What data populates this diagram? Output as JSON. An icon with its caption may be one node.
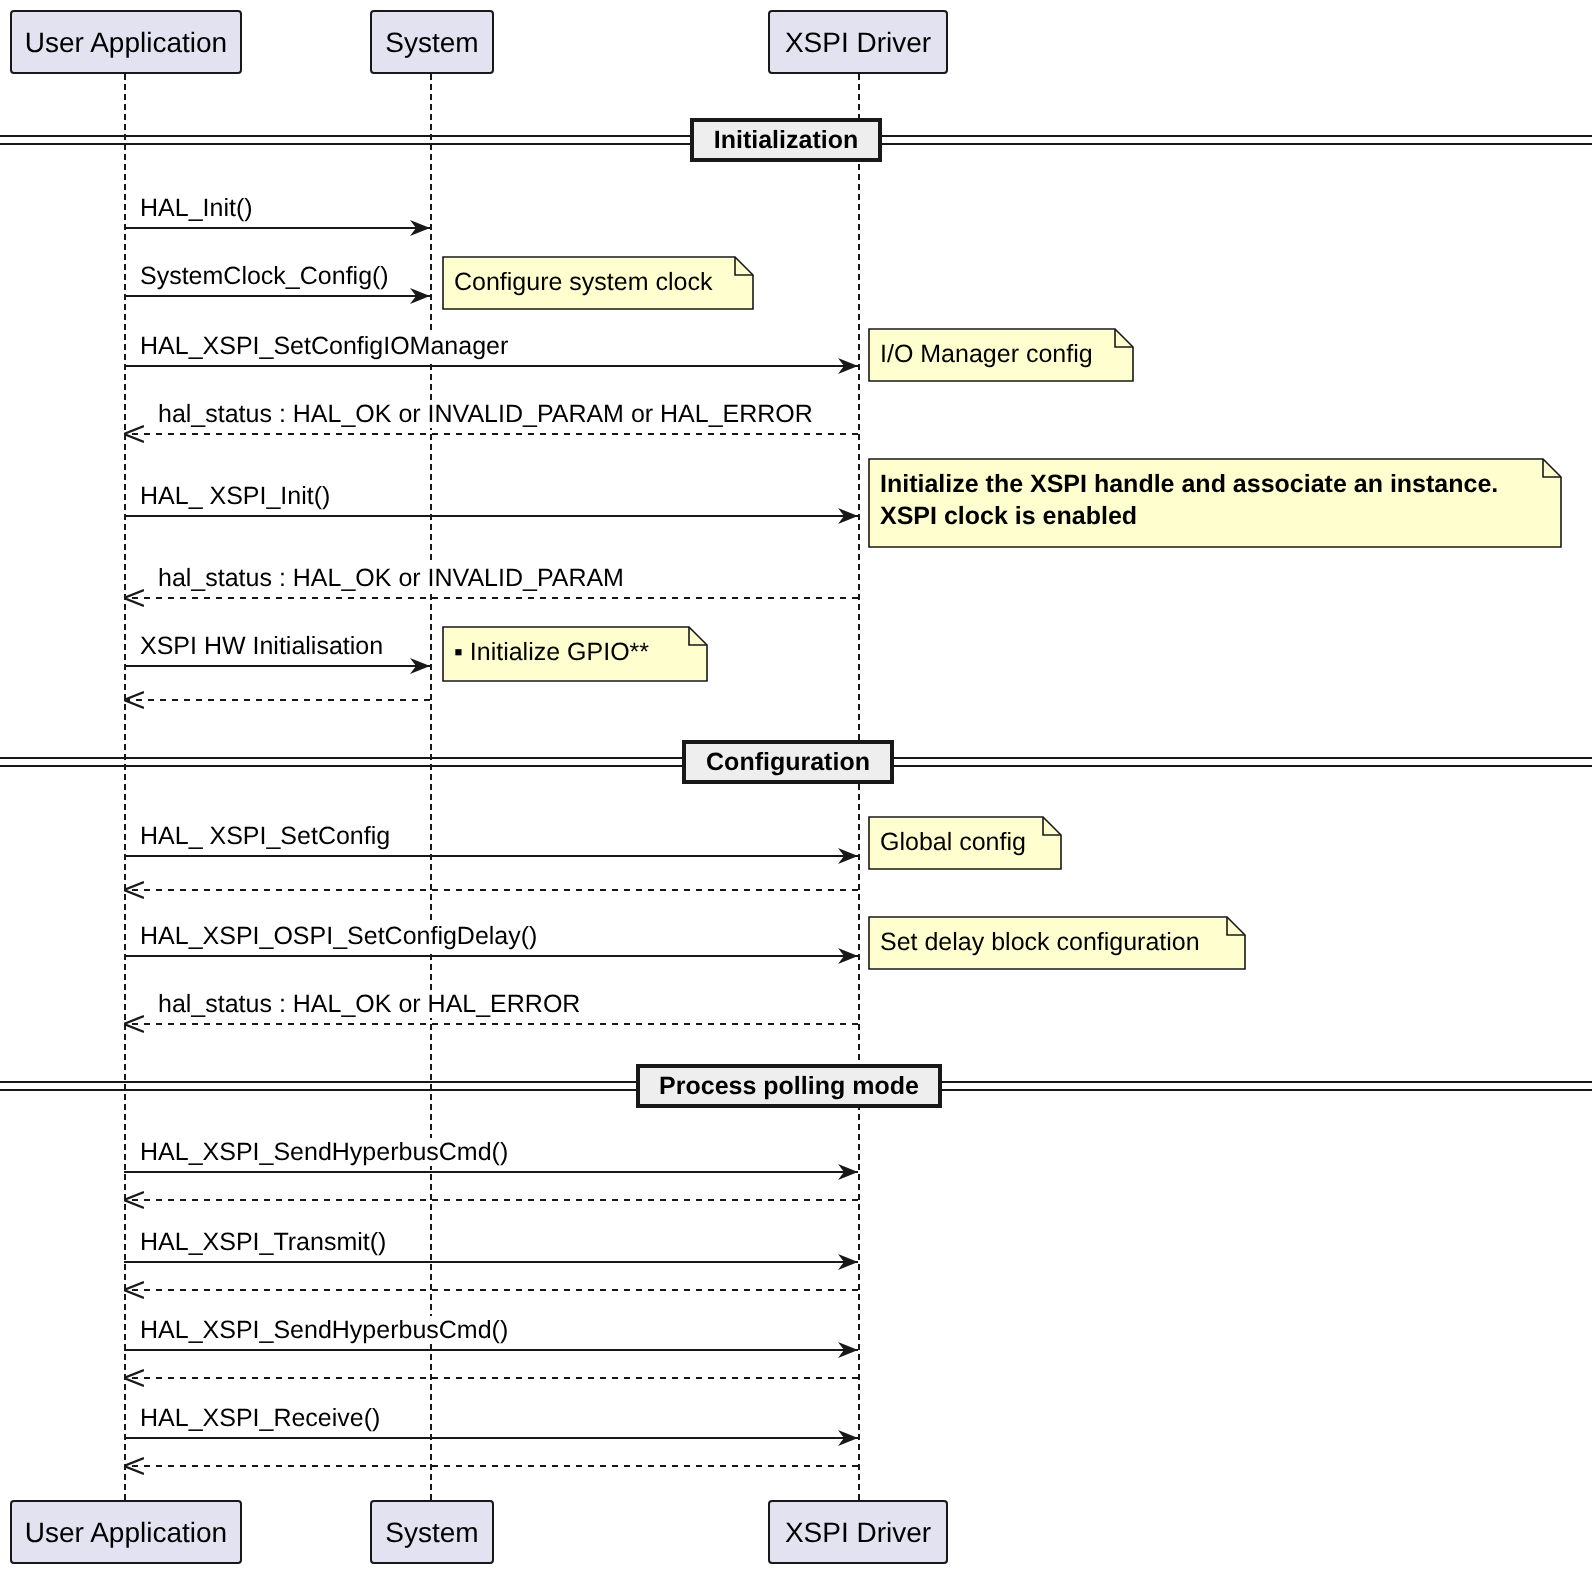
{
  "diagram": {
    "nodes": [
      {
        "text": [
          "User Application"
        ]
      },
      {
        "text": [
          "System"
        ]
      },
      {
        "text": [
          "XSPI Driver"
        ]
      },
      {
        "text": [],
        "shape": "line"
      },
      {
        "text": [],
        "shape": "line"
      },
      {
        "text": [],
        "shape": "line"
      },
      {
        "text": [
          "Initialization"
        ]
      },
      {
        "text": [
          "Configure system clock"
        ]
      },
      {
        "text": [
          "I/O Manager config"
        ]
      },
      {
        "text": [
          "Initialize the XSPI handle and associate an instance.",
          "XSPI clock is enabled"
        ]
      },
      {
        "text": [
          "▪ Initialize GPIO**"
        ]
      },
      {
        "text": [
          "Configuration"
        ]
      },
      {
        "text": [
          "Global config"
        ]
      },
      {
        "text": [
          "Set delay block configuration"
        ]
      },
      {
        "text": [
          "Process polling mode"
        ]
      },
      {
        "text": [
          "User Application"
        ]
      },
      {
        "text": [
          "System"
        ]
      },
      {
        "text": [
          "XSPI Driver"
        ]
      }
    ],
    "edges": [
      {
        "from": 3,
        "to": 4,
        "arrow": "to",
        "label": "HAL_Init()"
      },
      {
        "from": 3,
        "to": 4,
        "arrow": "to",
        "label": "SystemClock_Config()"
      },
      {
        "from": 3,
        "to": 5,
        "arrow": "to",
        "label": "HAL_XSPI_SetConfigIOManager"
      },
      {
        "from": 5,
        "to": 3,
        "arrow": "to",
        "style": "dashed",
        "label": "hal_status : HAL_OK or INVALID_PARAM or HAL_ERROR"
      },
      {
        "from": 3,
        "to": 5,
        "arrow": "to",
        "label": "HAL_ XSPI_Init()"
      },
      {
        "from": 5,
        "to": 3,
        "arrow": "to",
        "style": "dashed",
        "label": "hal_status : HAL_OK or INVALID_PARAM"
      },
      {
        "from": 3,
        "to": 4,
        "arrow": "to",
        "label": "XSPI HW Initialisation"
      },
      {
        "from": 4,
        "to": 3,
        "arrow": "to",
        "style": "dashed"
      },
      {
        "from": 3,
        "to": 5,
        "arrow": "to",
        "label": "HAL_ XSPI_SetConfig"
      },
      {
        "from": 5,
        "to": 3,
        "arrow": "to",
        "style": "dashed"
      },
      {
        "from": 3,
        "to": 5,
        "arrow": "to",
        "label": "HAL_XSPI_OSPI_SetConfigDelay()"
      },
      {
        "from": 5,
        "to": 3,
        "arrow": "to",
        "style": "dashed",
        "label": "hal_status : HAL_OK or HAL_ERROR"
      },
      {
        "from": 3,
        "to": 5,
        "arrow": "to",
        "label": "HAL_XSPI_SendHyperbusCmd()"
      },
      {
        "from": 5,
        "to": 3,
        "arrow": "to",
        "style": "dashed"
      },
      {
        "from": 3,
        "to": 5,
        "arrow": "to",
        "label": "HAL_XSPI_Transmit()"
      },
      {
        "from": 5,
        "to": 3,
        "arrow": "to",
        "style": "dashed"
      },
      {
        "from": 3,
        "to": 5,
        "arrow": "to",
        "label": "HAL_XSPI_SendHyperbusCmd()"
      },
      {
        "from": 5,
        "to": 3,
        "arrow": "to",
        "style": "dashed"
      },
      {
        "from": 3,
        "to": 5,
        "arrow": "to",
        "label": "HAL_XSPI_Receive()"
      },
      {
        "from": 5,
        "to": 3,
        "arrow": "to",
        "style": "dashed"
      }
    ]
  }
}
